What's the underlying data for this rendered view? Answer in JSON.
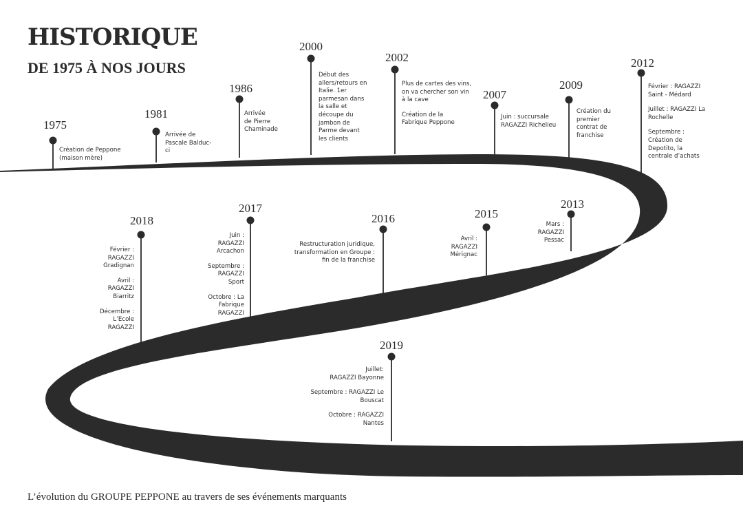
{
  "header": {
    "title": "HISTORIQUE",
    "subtitle": "DE 1975 À NOS JOURS"
  },
  "footer": {
    "caption": "L’évolution du GROUPE PEPPONE au travers de ses événements marquants"
  },
  "colors": {
    "road": "#2b2b2b",
    "text": "#2b2b2b",
    "background": "#ffffff"
  },
  "events": [
    {
      "year": "1975",
      "paragraphs": [
        "Création de Peppone\n(maison mère)"
      ]
    },
    {
      "year": "1981",
      "paragraphs": [
        "Arrivée de\nPascale Balduc-\nci"
      ]
    },
    {
      "year": "1986",
      "paragraphs": [
        "Arrivée\nde Pierre\nChaminade"
      ]
    },
    {
      "year": "2000",
      "paragraphs": [
        "Début des\nallers/retours en\nItalie. 1er\nparmesan dans\nla salle et\ndécoupe du\njambon de\nParme devant\nles clients"
      ]
    },
    {
      "year": "2002",
      "paragraphs": [
        "Plus de cartes des vins,\non va chercher son vin\nà la cave",
        "Création de la\nFabrique Peppone"
      ]
    },
    {
      "year": "2007",
      "paragraphs": [
        "Juin : succursale\nRAGAZZI Richelieu"
      ]
    },
    {
      "year": "2009",
      "paragraphs": [
        "Création du\npremier\ncontrat de\nfranchise"
      ]
    },
    {
      "year": "2012",
      "paragraphs": [
        "Février : RAGAZZI\nSaint - Médard",
        "Juillet : RAGAZZI La\nRochelle",
        "Septembre :\nCréation de\nDepotito, la\ncentrale d’achats"
      ]
    },
    {
      "year": "2013",
      "paragraphs": [
        "Mars :\nRAGAZZI\nPessac"
      ]
    },
    {
      "year": "2015",
      "paragraphs": [
        "Avril :\nRAGAZZI\nMérignac"
      ]
    },
    {
      "year": "2016",
      "paragraphs": [
        "Restructuration juridique,\ntransformation en Groupe :\nfin de la franchise"
      ]
    },
    {
      "year": "2017",
      "paragraphs": [
        "Juin :\nRAGAZZI\nArcachon",
        "Septembre :\nRAGAZZI\nSport",
        "Octobre : La\nFabrique\nRAGAZZI"
      ]
    },
    {
      "year": "2018",
      "paragraphs": [
        "Février :\nRAGAZZI\nGradignan",
        "Avril :\nRAGAZZI\nBiarritz",
        "Décembre :\nL’Ecole\nRAGAZZI"
      ]
    },
    {
      "year": "2019",
      "paragraphs": [
        "Juillet:\nRAGAZZI Bayonne",
        "Septembre : RAGAZZI Le\nBouscat",
        "Octobre : RAGAZZI\nNantes"
      ]
    }
  ]
}
